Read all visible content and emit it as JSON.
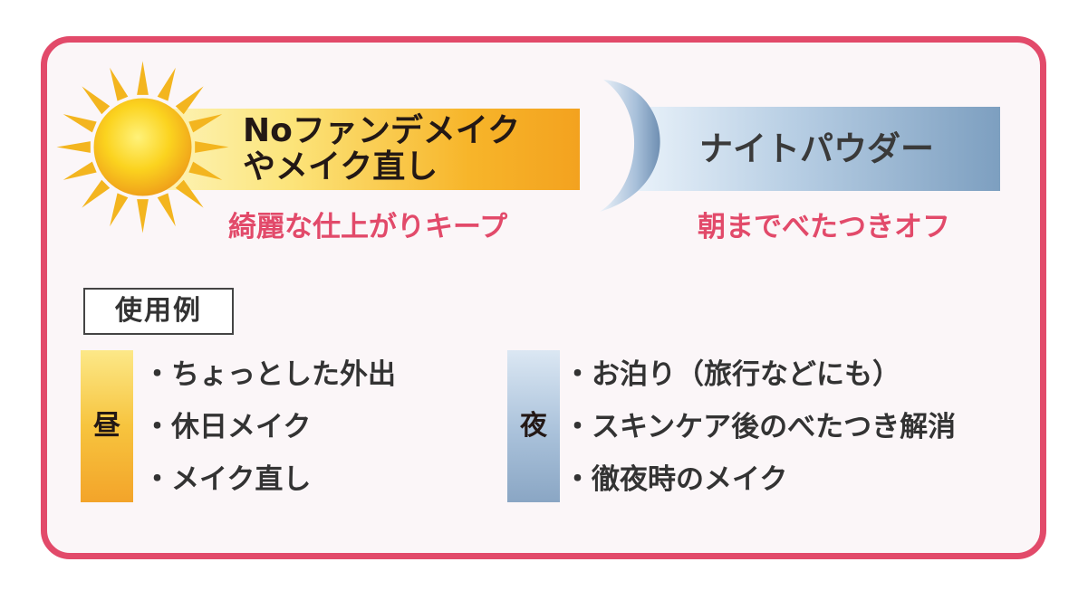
{
  "colors": {
    "border": "#e24a6a",
    "accent_text": "#e24a6a",
    "day_gradient_end": "#f3a21f",
    "night_gradient_end": "#7d9fc0"
  },
  "icons": {
    "day": "sun-icon",
    "night": "moon-icon"
  },
  "day": {
    "title_line1": "Noファンデメイク",
    "title_line2": "やメイク直し",
    "subtitle": "綺麗な仕上がりキープ",
    "tag": "昼",
    "items": [
      "・ちょっとした外出",
      "・休日メイク",
      "・メイク直し"
    ]
  },
  "night": {
    "title": "ナイトパウダー",
    "subtitle": "朝までべたつきオフ",
    "tag": "夜",
    "items": [
      "・お泊り（旅行などにも）",
      "・スキンケア後のべたつき解消",
      "・徹夜時のメイク"
    ]
  },
  "usage_label": "使用例"
}
